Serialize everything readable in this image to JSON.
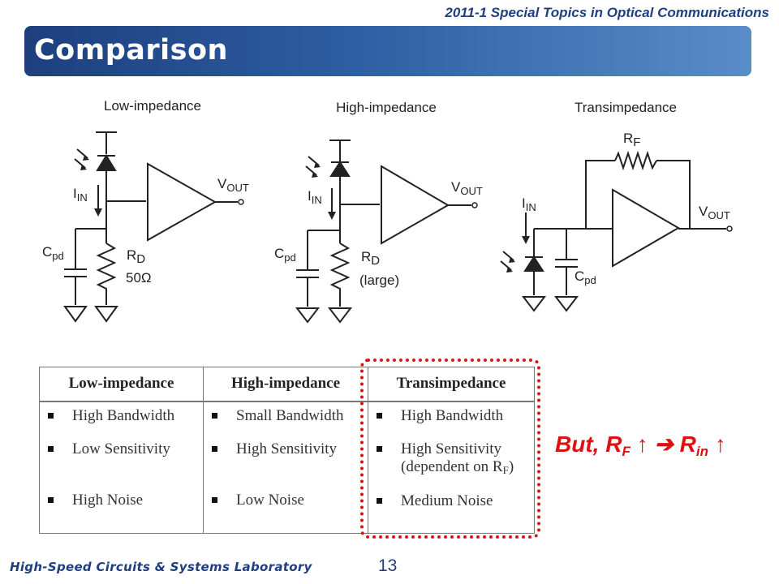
{
  "header": {
    "course": "2011-1 Special Topics in Optical Communications",
    "title": "Comparison"
  },
  "circuits": {
    "low": {
      "title": "Low-impedance",
      "i_main": "I",
      "i_sub": "IN",
      "v_main": "V",
      "v_sub": "OUT",
      "c_main": "C",
      "c_sub": "pd",
      "r_main": "R",
      "r_sub": "D",
      "r_value": "50Ω"
    },
    "high": {
      "title": "High-impedance",
      "i_main": "I",
      "i_sub": "IN",
      "v_main": "V",
      "v_sub": "OUT",
      "c_main": "C",
      "c_sub": "pd",
      "r_main": "R",
      "r_sub": "D",
      "r_value": "(large)"
    },
    "trans": {
      "title": "Transimpedance",
      "rf_main": "R",
      "rf_sub": "F",
      "i_main": "I",
      "i_sub": "IN",
      "v_main": "V",
      "v_sub": "OUT",
      "c_main": "C",
      "c_sub": "pd"
    }
  },
  "table": {
    "headers": [
      "Low-impedance",
      "High-impedance",
      "Transimpedance"
    ],
    "low": [
      "High Bandwidth",
      "Low Sensitivity",
      "High Noise"
    ],
    "high": [
      "Small Bandwidth",
      "High Sensitivity",
      "Low Noise"
    ],
    "trans": {
      "bandwidth": "High Bandwidth",
      "sensitivity_line1": "High Sensitivity",
      "sensitivity_line2_prefix": "(dependent on R",
      "sensitivity_line2_sub": "F",
      "sensitivity_line2_suffix": ")",
      "noise": "Medium Noise"
    }
  },
  "annotation": {
    "prefix": "But, R",
    "rf_sub": "F",
    "arrow_up": "↑",
    "implies": "➔",
    "rin_main": "R",
    "rin_sub": "in",
    "arrow_up2": "↑"
  },
  "footer": {
    "lab": "High-Speed Circuits & Systems Laboratory",
    "page": "13"
  },
  "colors": {
    "accent_red": "#dd1111",
    "title_bar_dark": "#1d3f7e",
    "title_bar_light": "#5a8cc9",
    "header_text": "#1f3f80"
  }
}
